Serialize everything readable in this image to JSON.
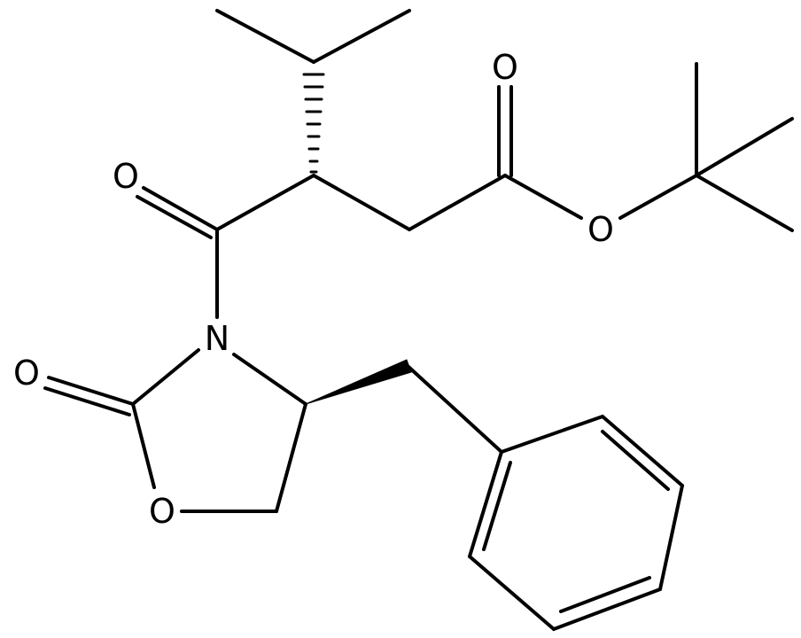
{
  "molecule": {
    "atoms": {
      "o_ketone": "O",
      "o_ester_carbonyl": "O",
      "o_ester": "O",
      "n_ring": "N",
      "o_ring_carbonyl": "O",
      "o_ring": "O"
    }
  },
  "colors": {
    "bond": "#000000",
    "label": "#000000",
    "background": "#ffffff"
  }
}
